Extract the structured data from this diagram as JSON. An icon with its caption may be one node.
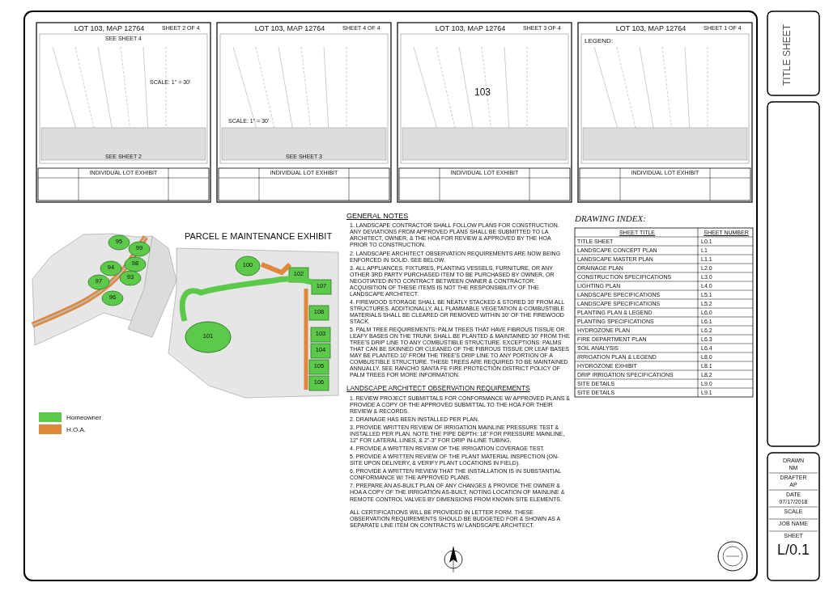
{
  "diagram": {
    "labels": [
      "TITLE SHEET",
      "LOT 103, MAP 12764",
      "SHEET 2 OF 4",
      "SEE SHEET 4",
      "SCALE: 1\" = 30'",
      "SEE SHEET 2",
      "INDIVIDUAL LOT EXHIBIT",
      "LOT 103, MAP 12764",
      "SHEET 4 OF 4",
      "SCALE: 1\" = 30'",
      "SEE SHEET 3",
      "INDIVIDUAL LOT EXHIBIT",
      "LOT 103, MAP 12764",
      "SHEET 3 OF 4",
      "103",
      "INDIVIDUAL LOT EXHIBIT",
      "LOT 103, MAP 12764",
      "SHEET 1 OF 4",
      "LEGEND:",
      "INDIVIDUAL LOT EXHIBIT",
      "PARCEL E MAINTENANCE EXHIBIT",
      "95",
      "99",
      "98",
      "94",
      "97",
      "93",
      "96",
      "100",
      "102",
      "107",
      "108",
      "103",
      "104",
      "105",
      "106",
      "101",
      "GENERAL NOTES",
      "1. LANDSCAPE CONTRACTOR SHALL FOLLOW PLANS FOR CONSTRUCTION. ANY DEVIATIONS FROM APPROVED PLANS SHALL BE SUBMITTED TO LA ARCHITECT, OWNER, & THE HOA FOR REVIEW & APPROVED BY THE HOA PRIOR TO CONSTRUCTION.",
      "2. LANDSCAPE ARCHITECT OBSERVATION REQUIREMENTS ARE NOW BEING ENFORCED IN SOLID. SEE BELOW.",
      "3. ALL APPLIANCES, FIXTURES, PLANTING VESSELS, FURNITURE, OR ANY OTHER 3RD PARTY PURCHASED ITEM TO BE PURCHASED BY OWNER, OR NEGOTIATED INTO CONTRACT BETWEEN OWNER & CONTRACTOR. ACQUISITION OF THESE ITEMS IS NOT THE RESPONSIBILITY OF THE LANDSCAPE ARCHITECT.",
      "4. FIREWOOD STORAGE SHALL BE NEATLY STACKED & STORED 30' FROM ALL STRUCTURES. ADDITIONALLY, ALL FLAMMABLE VEGETATION & COMBUSTIBLE MATERIALS SHALL BE CLEARED OR REMOVED WITHIN 30' OF THE FIREWOOD STACK.",
      "5. PALM TREE REQUIREMENTS: PALM TREES THAT HAVE FIBROUS TISSUE OR LEAFY BASES ON THE TRUNK SHALL BE PLANTED & MAINTAINED 30' FROM THE TREE'S DRIP LINE TO ANY COMBUSTIBLE STRUCTURE. EXCEPTIONS: PALMS THAT CAN BE SKINNED OR CLEANED OF THE FIBROUS TISSUE OR LEAF BASES MAY BE PLANTED 10' FROM THE TREE'S DRIP LINE TO ANY PORTION OF A COMBUSTIBLE STRUCTURE. THESE TREES ARE REQUIRED TO BE MAINTAINED ANNUALLY. SEE RANCHO SANTA FE FIRE PROTECTION DISTRICT POLICY OF PALM TREES FOR MORE INFORMATION.",
      "LANDSCAPE ARCHITECT OBSERVATION REQUIREMENTS",
      "1. REVIEW PROJECT SUBMITTALS FOR CONFORMANCE W/ APPROVED PLANS & PROVIDE A COPY OF THE APPROVED SUBMITTAL TO THE HOA FOR THEIR REVIEW & RECORDS.",
      "2. DRAINAGE HAS BEEN INSTALLED PER PLAN.",
      "3. PROVIDE WRITTEN REVIEW OF IRRIGATION MAINLINE PRESSURE TEST & INSTALLED PER PLAN. NOTE THE PIPE DEPTH: 18\" FOR PRESSURE MAINLINE, 12\" FOR LATERAL LINES, & 2\"-3\" FOR DRIP IN-LINE TUBING.",
      "4. PROVIDE A WRITTEN REVIEW OF THE IRRIGATION COVERAGE TEST.",
      "5. PROVIDE A WRITTEN REVIEW OF THE PLANT MATERIAL INSPECTION (ON-SITE UPON DELIVERY, & VERIFY PLANT LOCATIONS IN FIELD).",
      "6. PROVIDE A WRITTEN REVIEW THAT THE INSTALLATION IS IN SUBSTANTIAL CONFORMANCE W/ THE APPROVED PLANS.",
      "7. PREPARE AN AS-BUILT PLAN OF ANY CHANGES & PROVIDE THE OWNER & HOA A COPY OF THE IRRIGATION AS-BUILT, NOTING LOCATION OF MAINLINE & REMOTE CONTROL VALVES BY DIMENSIONS FROM KNOWN SITE ELEMENTS.",
      "ALL CERTIFICATIONS WILL BE PROVIDED IN LETTER FORM. THESE OBSERVATION REQUIREMENTS SHOULD BE BUDGETED FOR & SHOWN AS A SEPARATE LINE ITEM ON CONTRACTS W/ LANDSCAPE ARCHITECT.",
      "DRAWING INDEX:",
      "SHEET TITLE",
      "SHEET NUMBER",
      "TITLE SHEET",
      "L0.1",
      "LANDSCAPE CONCEPT PLAN",
      "L1",
      "LANDSCAPE MASTER PLAN",
      "L1.1",
      "DRAINAGE PLAN",
      "L2.0",
      "CONSTRUCTION SPECIFICATIONS",
      "L3.0",
      "LIGHTING PLAN",
      "L4.0",
      "LANDSCAPE SPECIFICATIONS",
      "L5.1",
      "LANDSCAPE SPECIFICATIONS",
      "L5.2",
      "PLANTING PLAN & LEGEND",
      "L6.0",
      "PLANTING SPECIFICATIONS",
      "L6.1",
      "HYDROZONE PLAN",
      "L6.2",
      "FIRE DEPARTMENT PLAN",
      "L6.3",
      "SOIL ANALYSIS",
      "L6.4",
      "IRRIGATION PLAN & LEGEND",
      "L8.0",
      "HYDROZONE EXHIBIT",
      "L8.1",
      "DRIP IRRIGATION SPECIFICATIONS",
      "L8.2",
      "SITE DETAILS",
      "L9.0",
      "SITE DETAILS",
      "L9.1",
      "DRAWN",
      "NM",
      "DRAFTER",
      "AP",
      "DATE",
      "07/17/2018",
      "SCALE",
      "JOB NAME",
      "SHEET",
      "L/0.1"
    ],
    "legend": [
      {
        "text": "Homeowner",
        "color": "#5cc94a"
      },
      {
        "text": "H.O.A.",
        "color": "#e0883a"
      }
    ]
  }
}
